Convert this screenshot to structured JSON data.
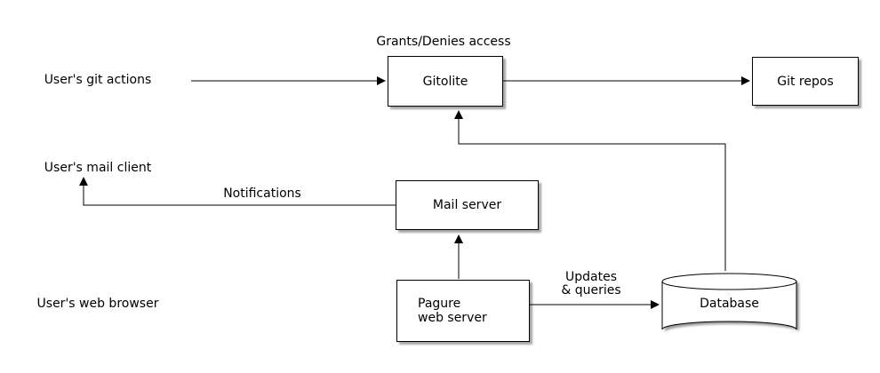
{
  "diagram": {
    "background": "#ffffff",
    "line_color": "#000000",
    "node_fill": "#ffffff",
    "shadow_color": "#999999",
    "nodes": {
      "git_actions": "User's git actions",
      "gitolite": "Gitolite",
      "git_repos": "Git repos",
      "mail_client": "User's mail client",
      "mail_server": "Mail server",
      "web_browser": "User's web browser",
      "pagure": "Pagure\nweb server",
      "database": "Database"
    },
    "edge_labels": {
      "grants": "Grants/Denies access",
      "notifications": "Notifications",
      "updates": "Updates\n& queries"
    }
  }
}
